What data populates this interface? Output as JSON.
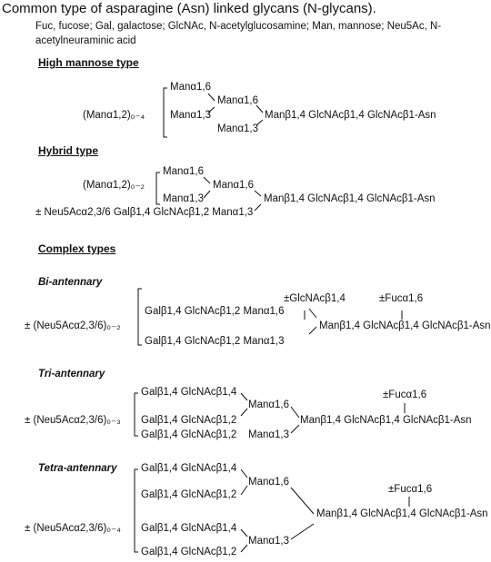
{
  "title": "Common type of asparagine (Asn) linked glycans (N-glycans).",
  "abbreviations": "Fuc, fucose; Gal, galactose; GlcNAc, N-acetylglucosamine; Man, mannose; Neu5Ac, N-acetylneuraminic acid",
  "sections": {
    "high_mannose": {
      "heading": "High mannose type",
      "labels": {
        "prefix": "(Manα1,2)₀₋₄",
        "man16_top": "Manα1,6",
        "man13_left": "Manα1,3",
        "man16_mid": "Manα1,6",
        "man13_bottom": "Manα1,3",
        "core": "Manβ1,4 GlcNAcβ1,4 GlcNAcβ1-Asn"
      }
    },
    "hybrid": {
      "heading": "Hybrid type",
      "labels": {
        "prefix": "(Manα1,2)₀₋₂",
        "man16_top": "Manα1,6",
        "man16_mid": "Manα1,6",
        "man13_left": "Manα1,3",
        "core": "Manβ1,4 GlcNAcβ1,4 GlcNAcβ1-Asn",
        "branch": "± Neu5Acα2,3/6 Galβ1,4 GlcNAcβ1,2 Manα1,3"
      }
    },
    "complex": {
      "heading": "Complex types",
      "bi": {
        "heading": "Bi-antennary",
        "prefix": "± (Neu5Acα2,3/6)₀₋₂",
        "arm_top": "Galβ1,4 GlcNAcβ1,2 Manα1,6",
        "arm_bottom": "Galβ1,4 GlcNAcβ1,2 Manα1,3",
        "bisect": "±GlcNAcβ1,4",
        "fuc": "±Fucα1,6",
        "core": "Manβ1,4 GlcNAcβ1,4 GlcNAcβ1-Asn"
      },
      "tri": {
        "heading": "Tri-antennary",
        "prefix": "± (Neu5Acα2,3/6)₀₋₃",
        "ant1": "Galβ1,4 GlcNAcβ1,4",
        "ant2": "Galβ1,4 GlcNAcβ1,2",
        "ant3": "Galβ1,4 GlcNAcβ1,2",
        "man16": "Manα1,6",
        "man13": "Manα1,3",
        "fuc": "±Fucα1,6",
        "core": "Manβ1,4 GlcNAcβ1,4 GlcNAcβ1-Asn"
      },
      "tetra": {
        "heading": "Tetra-antennary",
        "prefix": "± (Neu5Acα2,3/6)₀₋₄",
        "ant1": "Galβ1,4 GlcNAcβ1,4",
        "ant2": "Galβ1,4 GlcNAcβ1,2",
        "ant3": "Galβ1,4 GlcNAcβ1,4",
        "ant4": "Galβ1,4 GlcNAcβ1,2",
        "man16": "Manα1,6",
        "man13": "Manα1,3",
        "fuc": "±Fucα1,6",
        "core": "Manβ1,4 GlcNAcβ1,4 GlcNAcβ1-Asn"
      }
    }
  }
}
